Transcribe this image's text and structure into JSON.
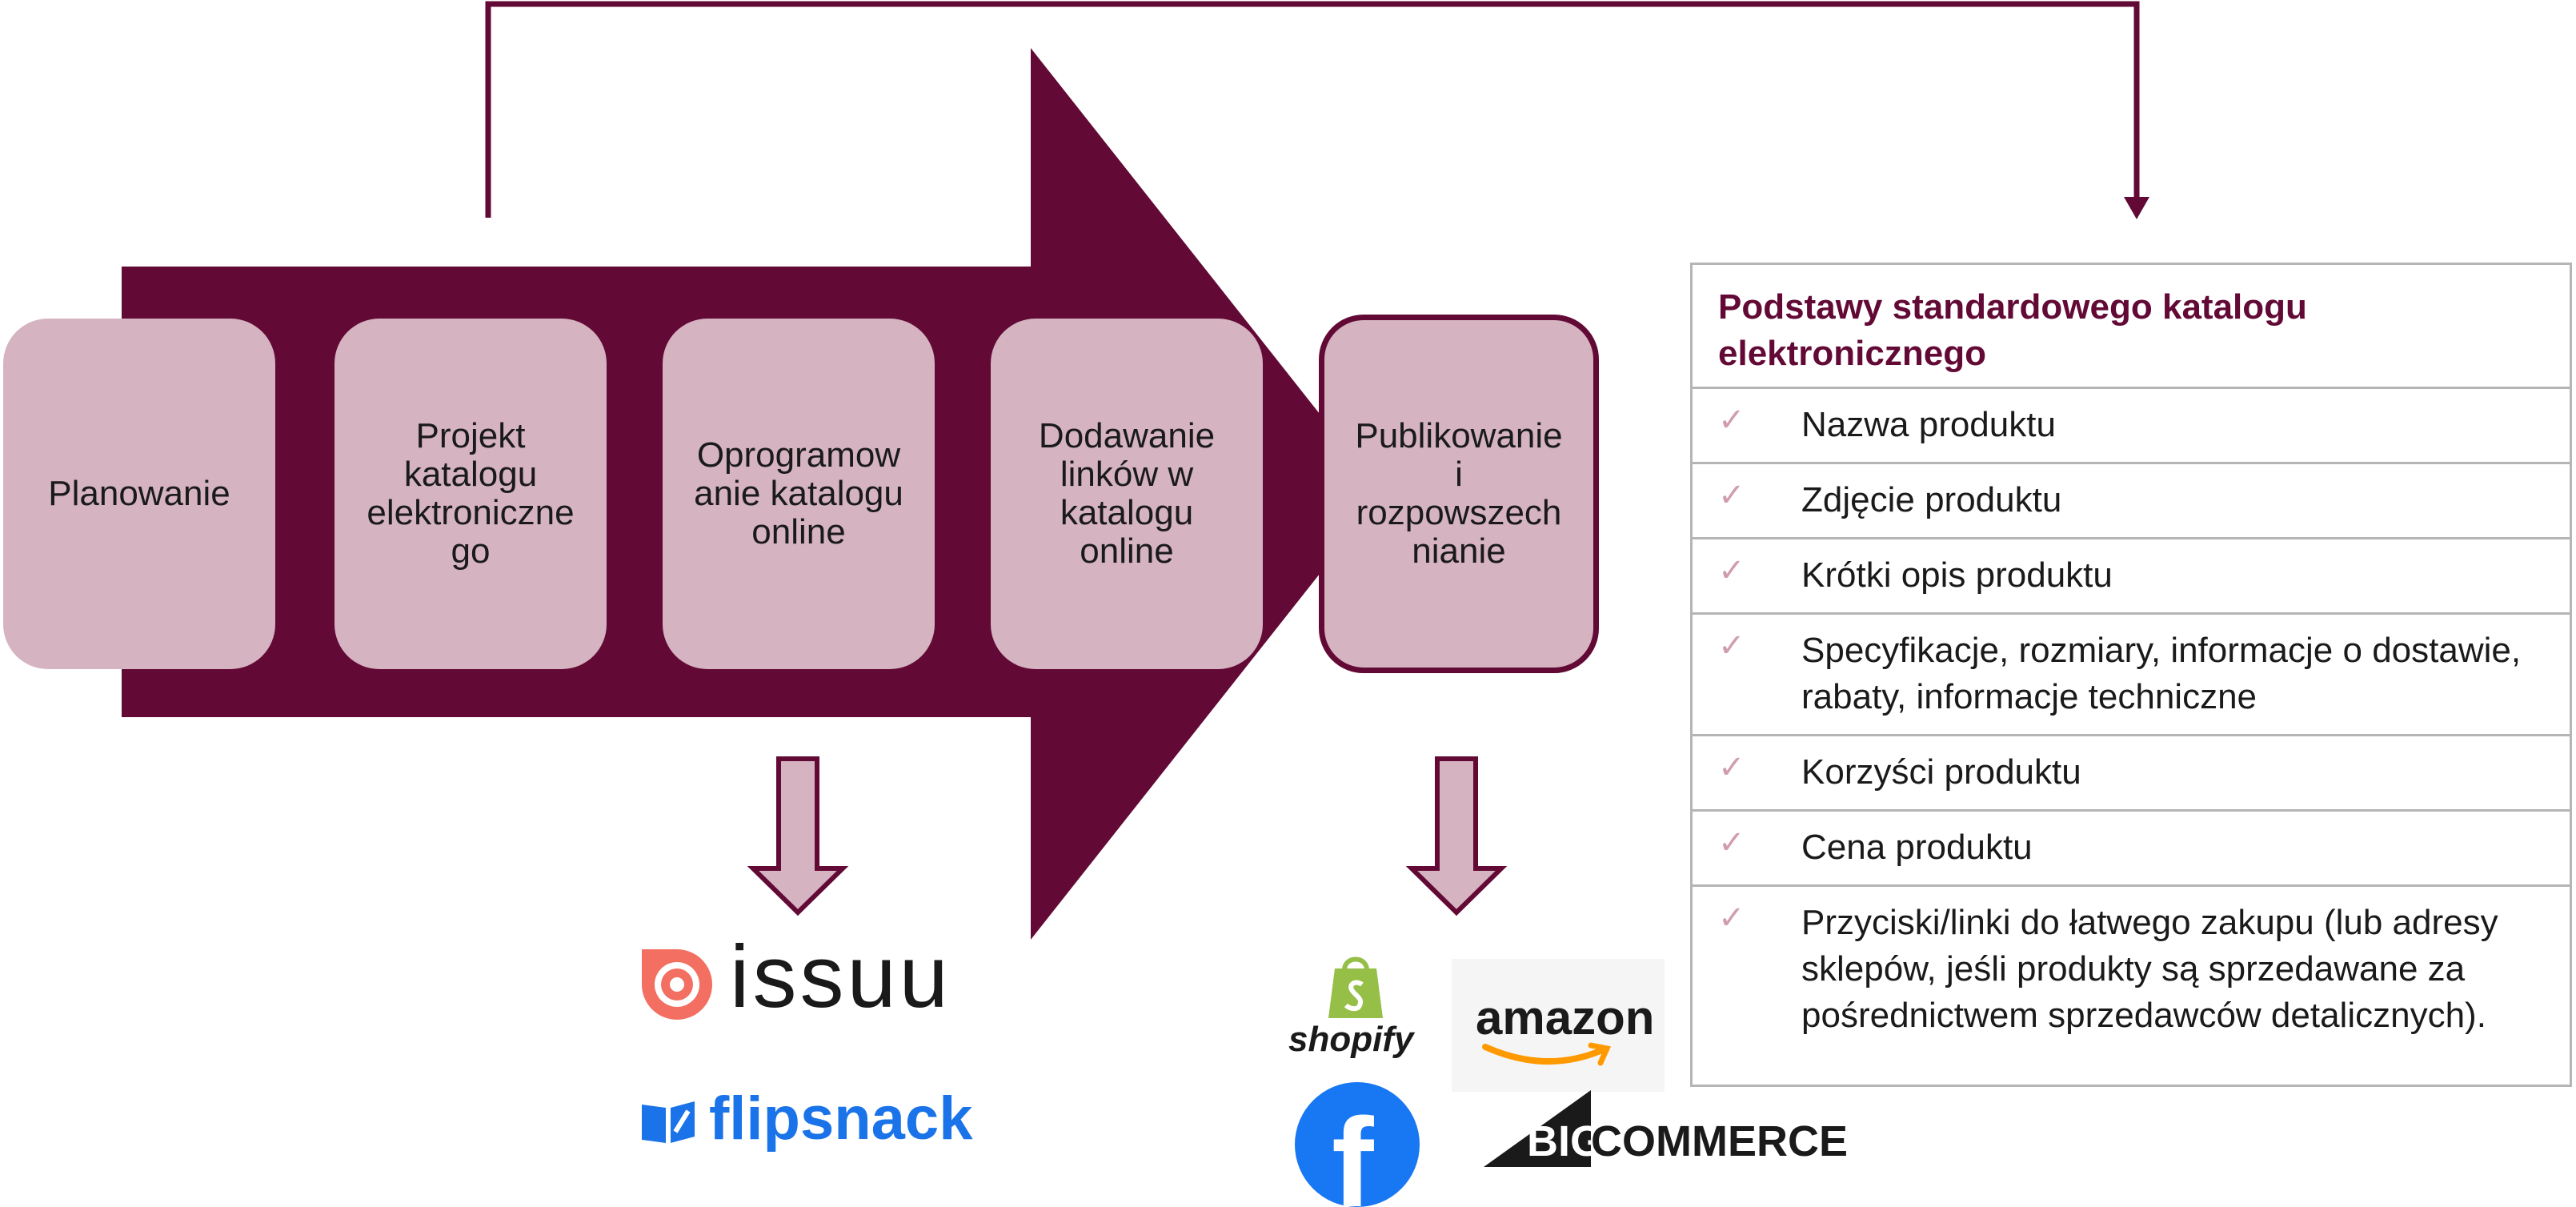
{
  "process": {
    "steps": [
      {
        "label": "Planowanie"
      },
      {
        "label": "Projekt\nkatalogu\nelektroniczne\ngo"
      },
      {
        "label": "Oprogramow\nanie katalogu\nonline"
      },
      {
        "label": "Dodawanie\nlinków w\nkatalogu\nonline"
      },
      {
        "label": "Publikowanie\ni\nrozpowszech\nnianie"
      }
    ]
  },
  "checklist": {
    "title": "Podstawy standardowego katalogu elektronicznego",
    "items": [
      "Nazwa produktu",
      "Zdjęcie produktu",
      "Krótki opis produktu",
      "Specyfikacje, rozmiary, informacje o dostawie, rabaty, informacje techniczne",
      "Korzyści produktu",
      "Cena produktu",
      "Przyciski/linki do łatwego zakupu (lub adresy sklepów, jeśli produkty są sprzedawane za pośrednictwem sprzedawców detalicznych)."
    ]
  },
  "logos": {
    "issuu": "issuu",
    "flipsnack": "flipsnack",
    "shopify": "shopify",
    "amazon": "amazon",
    "facebook": "f",
    "bigcommerce_big": "BIG",
    "bigcommerce_rest": "COMMERCE"
  },
  "colors": {
    "arrow": "#620a35",
    "step_fill": "#d5b3c1",
    "title": "#620a35",
    "check": "#d09cb0",
    "down_arrow_fill": "#d5b3c1",
    "issuu": "#f26f61",
    "flipsnack": "#1a73e8",
    "shopify": "#95bf47",
    "amazon_smile": "#ff9900",
    "facebook": "#1877f2"
  }
}
